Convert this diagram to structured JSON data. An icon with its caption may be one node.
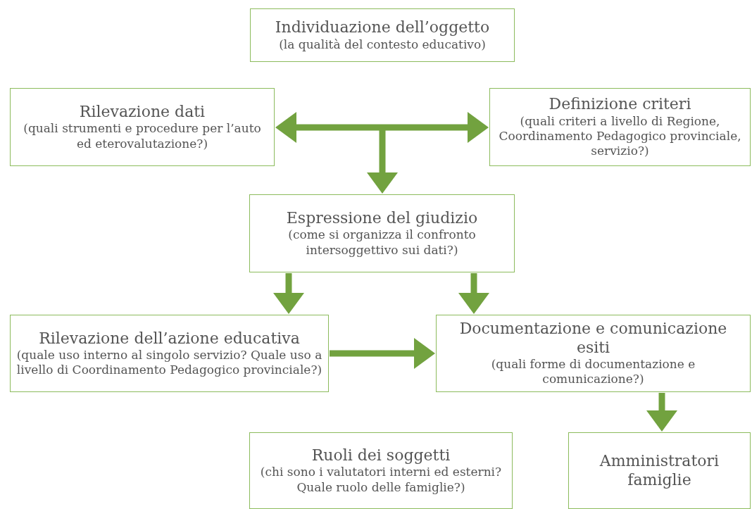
{
  "diagram": {
    "nodes": [
      {
        "text": [
          "Individuazione dell’oggetto",
          "(la qualità del contesto educativo)"
        ]
      },
      {
        "text": [
          "Rilevazione dati",
          "(quali strumenti e procedure per l’auto ed eterovalutazione?)"
        ]
      },
      {
        "text": [
          "Definizione criteri",
          "(quali criteri a livello di Regione, Coordinamento Pedagogico provinciale, servizio?)"
        ]
      },
      {
        "text": [
          "Espressione del giudizio",
          "(come si organizza il confronto intersoggettivo sui dati?)"
        ]
      },
      {
        "text": [
          "Rilevazione dell’azione educativa",
          "(quale uso interno al singolo servizio? Quale uso a livello di Coordinamento Pedagogico provinciale?)"
        ]
      },
      {
        "text": [
          "Documentazione e comunicazione esiti",
          "(quali forme di documentazione e comunicazione?)"
        ]
      },
      {
        "text": [
          "Ruoli dei soggetti",
          "(chi sono i valutatori interni ed esterni? Quale ruolo delle famiglie?)"
        ]
      },
      {
        "text": [
          "Amministratori famiglie"
        ]
      }
    ],
    "edges": [
      {
        "from": 1,
        "to": 2,
        "arrow": "both"
      },
      {
        "from": null,
        "to": 3,
        "arrow": "to"
      },
      {
        "from": 3,
        "to": 4,
        "arrow": "to"
      },
      {
        "from": 3,
        "to": 5,
        "arrow": "to"
      },
      {
        "from": 4,
        "to": 5,
        "arrow": "to"
      },
      {
        "from": 5,
        "to": 7,
        "arrow": "to"
      }
    ]
  }
}
